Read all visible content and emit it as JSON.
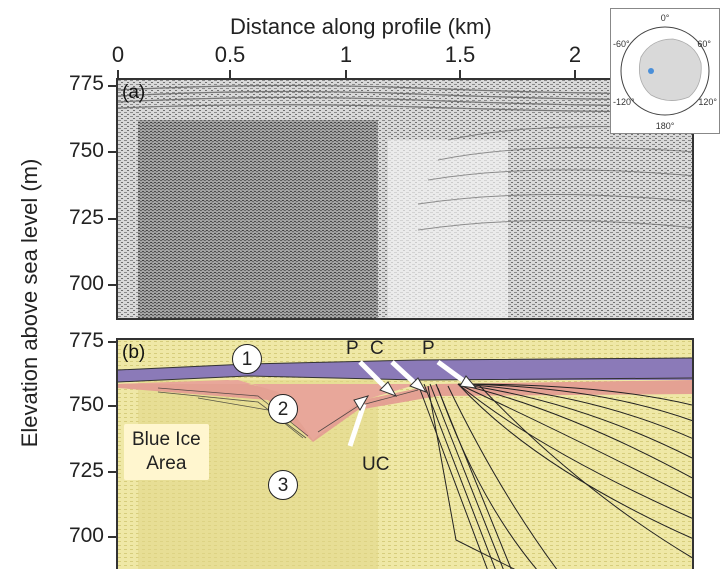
{
  "figure": {
    "x_title": "Distance along profile (km)",
    "x_ticks": [
      "0",
      "0.5",
      "1",
      "1.5",
      "2"
    ],
    "y_title": "Elevation above sea level (m)",
    "panel_a": {
      "label": "(a)",
      "y_ticks": [
        "775",
        "750",
        "725",
        "700"
      ]
    },
    "panel_b": {
      "label": "(b)",
      "y_ticks": [
        "775",
        "750",
        "725",
        "700"
      ],
      "units": [
        "1",
        "2",
        "3"
      ],
      "annotations": {
        "p1": "P",
        "c": "C",
        "p2": "P",
        "uc": "UC"
      },
      "area_label_line1": "Blue Ice",
      "area_label_line2": "Area"
    },
    "inset": {
      "labels": [
        "0°",
        "60°",
        "-60°",
        "-120°",
        "120°",
        "180°"
      ]
    },
    "colors": {
      "unit1": "#8b7ab8",
      "unit2": "#e8a79a",
      "unit3": "#f0ea9a",
      "radar_gray": "#9a9a9a"
    }
  }
}
